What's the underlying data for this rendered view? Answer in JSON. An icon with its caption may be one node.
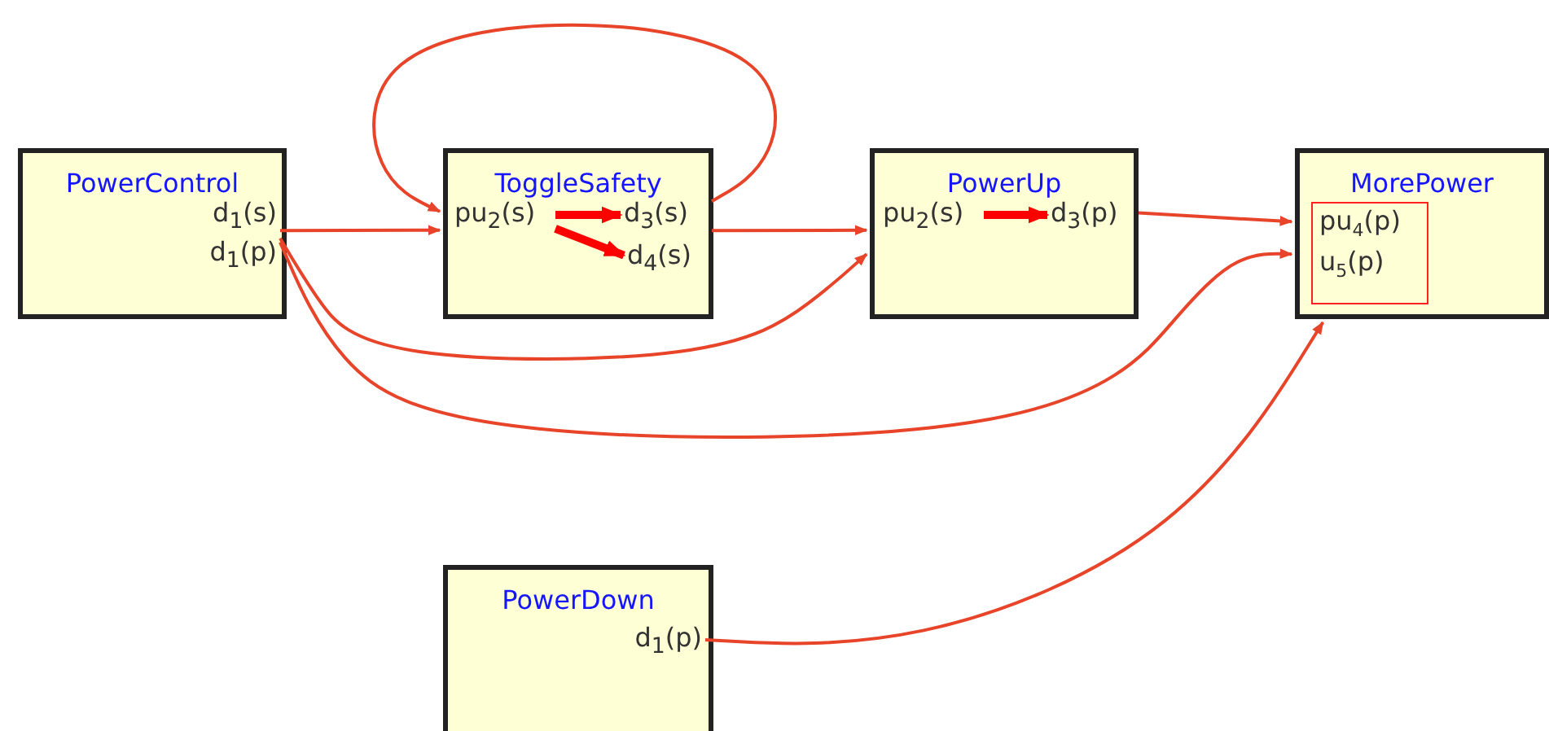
{
  "diagram": {
    "nodes": [
      {
        "text": [
          "PowerControl"
        ]
      },
      {
        "text": [
          "d$_{1}$(s)"
        ],
        "in": 0
      },
      {
        "text": [
          "d$_{1}$(p)"
        ],
        "in": 0
      },
      {
        "text": [
          "ToggleSafety"
        ]
      },
      {
        "text": [
          "pu$_{2}$(s)"
        ],
        "in": 3
      },
      {
        "text": [
          "d$_{3}$(s)"
        ],
        "in": 3
      },
      {
        "text": [
          "d$_{4}$(s)"
        ],
        "in": 3
      },
      {
        "text": [
          "PowerUp"
        ]
      },
      {
        "text": [
          "pu$_{2}$(s)"
        ],
        "in": 7
      },
      {
        "text": [
          "d$_{3}$(p)"
        ],
        "in": 7
      },
      {
        "text": [
          "MorePower"
        ]
      },
      {
        "text": [
          "pu$_{4}$(p)",
          "u$_{5}$(p)"
        ],
        "in": 10
      },
      {
        "text": [
          "PowerDown"
        ]
      },
      {
        "text": [
          "d$_{1}$(p)"
        ],
        "in": 12
      }
    ],
    "edges": [
      {
        "from": 1,
        "to": 3,
        "arrow": "to"
      },
      {
        "from": 2,
        "to": 7,
        "arrow": "to"
      },
      {
        "from": 2,
        "to": 10,
        "arrow": "to"
      },
      {
        "from": 5,
        "to": 3,
        "arrow": "to"
      },
      {
        "from": 4,
        "to": 5,
        "arrow": "to",
        "style": "thick",
        "color": "#ff0000"
      },
      {
        "from": 4,
        "to": 6,
        "arrow": "to",
        "style": "thick",
        "color": "#ff0000"
      },
      {
        "from": 5,
        "to": 7,
        "arrow": "to"
      },
      {
        "from": 8,
        "to": 9,
        "arrow": "to",
        "style": "thick",
        "color": "#ff0000"
      },
      {
        "from": 9,
        "to": 10,
        "arrow": "to"
      },
      {
        "from": 13,
        "to": 10,
        "arrow": "to"
      }
    ]
  }
}
